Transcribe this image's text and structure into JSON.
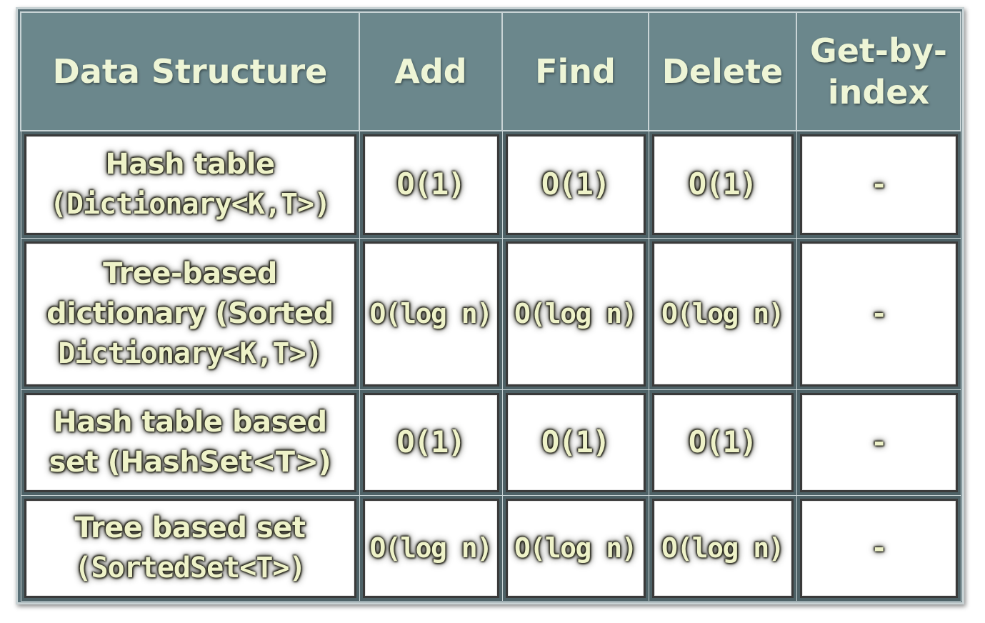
{
  "table": {
    "headers": [
      "Data Structure",
      "Add",
      "Find",
      "Delete",
      "Get-by-index"
    ],
    "header_getbyindex_line1": "Get-by-",
    "header_getbyindex_line2": "index",
    "rows": [
      {
        "name_line1": "Hash table",
        "name_line2": "(Dictionary<K,T>)",
        "add": "O(1)",
        "find": "O(1)",
        "delete": "O(1)",
        "get_by_index": "-"
      },
      {
        "name_line1": "Tree-based",
        "name_line2": "dictionary (Sorted",
        "name_line3": "Dictionary<K,T>)",
        "add": "O(log n)",
        "find": "O(log n)",
        "delete": "O(log n)",
        "get_by_index": "-"
      },
      {
        "name_line1": "Hash table based",
        "name_line2": "set (HashSet<T>)",
        "add": "O(1)",
        "find": "O(1)",
        "delete": "O(1)",
        "get_by_index": "-"
      },
      {
        "name_line1": "Tree based set",
        "name_line2": "(SortedSet<T>)",
        "add": "O(log n)",
        "find": "O(log n)",
        "delete": "O(log n)",
        "get_by_index": "-"
      }
    ]
  },
  "colors": {
    "header_bg": "#6b878c",
    "header_text": "#eef5d6",
    "cell_bg": "#ffffff",
    "cell_text": "#eef2c8",
    "frame": "#5a7178"
  }
}
